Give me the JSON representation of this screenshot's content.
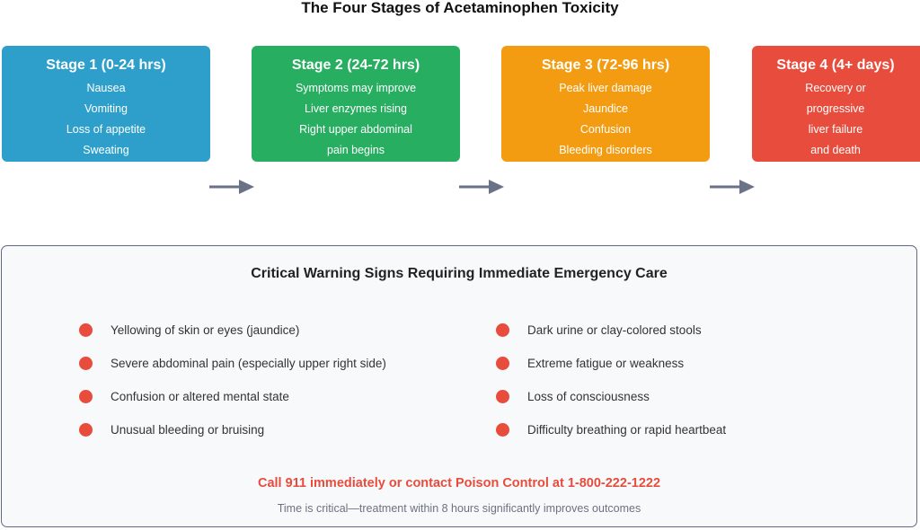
{
  "title": "The Four Stages of Acetaminophen Toxicity",
  "stages": [
    {
      "title": "Stage 1 (0-24 hrs)",
      "color": "#2e9fcb",
      "lines": [
        "Nausea",
        "Vomiting",
        "Loss of appetite",
        "Sweating"
      ]
    },
    {
      "title": "Stage 2 (24-72 hrs)",
      "color": "#27ae60",
      "lines": [
        "Symptoms may improve",
        "Liver enzymes rising",
        "Right upper abdominal",
        "pain begins"
      ]
    },
    {
      "title": "Stage 3 (72-96 hrs)",
      "color": "#f39c12",
      "lines": [
        "Peak liver damage",
        "Jaundice",
        "Confusion",
        "Bleeding disorders"
      ]
    },
    {
      "title": "Stage 4 (4+ days)",
      "color": "#e74c3c",
      "lines": [
        "Recovery or",
        "progressive",
        "liver failure",
        "and death"
      ]
    }
  ],
  "arrow_color": "#6b7288",
  "warning": {
    "title": "Critical Warning Signs Requiring Immediate Emergency Care",
    "left_signs": [
      "Yellowing of skin or eyes (jaundice)",
      "Severe abdominal pain (especially upper right side)",
      "Confusion or altered mental state",
      "Unusual bleeding or bruising"
    ],
    "right_signs": [
      "Dark urine or clay-colored stools",
      "Extreme fatigue or weakness",
      "Loss of consciousness",
      "Difficulty breathing or rapid heartbeat"
    ],
    "call": "Call 911 immediately or contact Poison Control at 1-800-222-1222",
    "note": "Time is critical—treatment within 8 hours significantly improves outcomes"
  }
}
